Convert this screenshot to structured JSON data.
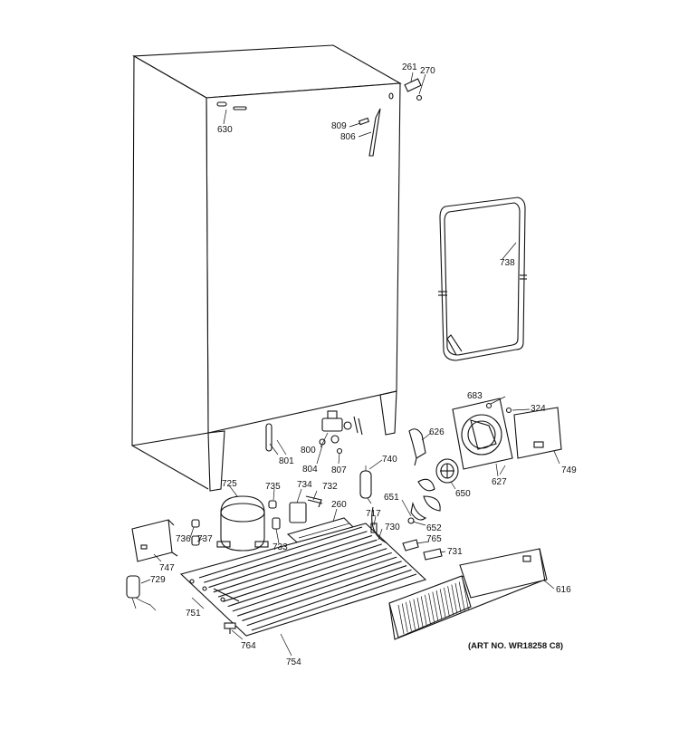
{
  "callouts": {
    "c261": "261",
    "c270": "270",
    "c630": "630",
    "c809": "809",
    "c806": "806",
    "c738": "738",
    "c683": "683",
    "c324": "324",
    "c626": "626",
    "c627": "627",
    "c749": "749",
    "c800": "800",
    "c801": "801",
    "c804": "804",
    "c807": "807",
    "c740": "740",
    "c650": "650",
    "c651": "651",
    "c652": "652",
    "c725": "725",
    "c735": "735",
    "c734": "734",
    "c732": "732",
    "c260": "260",
    "c717": "717",
    "c730": "730",
    "c765": "765",
    "c731": "731",
    "c736": "736",
    "c737": "737",
    "c733": "733",
    "c747": "747",
    "c729": "729",
    "c616": "616",
    "c751": "751",
    "c764": "764",
    "c754": "754"
  },
  "art_number": "(ART NO. WR18258 C8)"
}
